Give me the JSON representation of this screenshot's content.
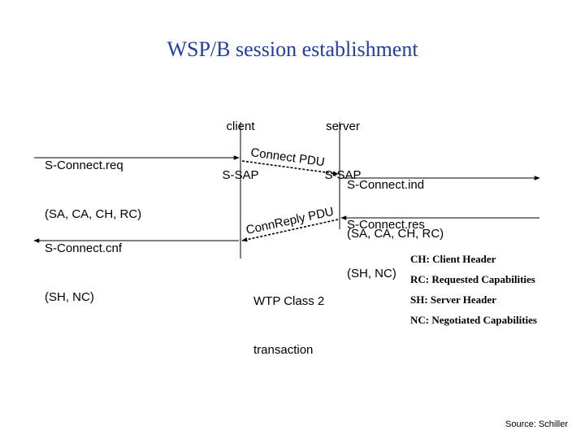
{
  "title": "WSP/B session establishment",
  "sap": {
    "client": [
      "client",
      "S-SAP"
    ],
    "server": [
      "server",
      "S-SAP"
    ]
  },
  "primitives": {
    "connect_req": [
      "S-Connect.req",
      "(SA, CA, CH, RC)"
    ],
    "connect_ind": [
      "S-Connect.ind",
      "(SA, CA, CH, RC)"
    ],
    "connect_res": [
      "S-Connect.res",
      "(SH, NC)"
    ],
    "connect_cnf": [
      "S-Connect.cnf",
      "(SH, NC)"
    ]
  },
  "pdus": {
    "connect": "Connect PDU",
    "connreply": "ConnReply PDU"
  },
  "wtp": [
    "WTP Class 2",
    "transaction"
  ],
  "legend": [
    "CH: Client Header",
    "RC: Requested Capabilities",
    "SH: Server Header",
    "NC: Negotiated Capabilities"
  ],
  "source": "Source: Schiller",
  "colors": {
    "title": "#1f3fa6",
    "lines": "#000000"
  }
}
